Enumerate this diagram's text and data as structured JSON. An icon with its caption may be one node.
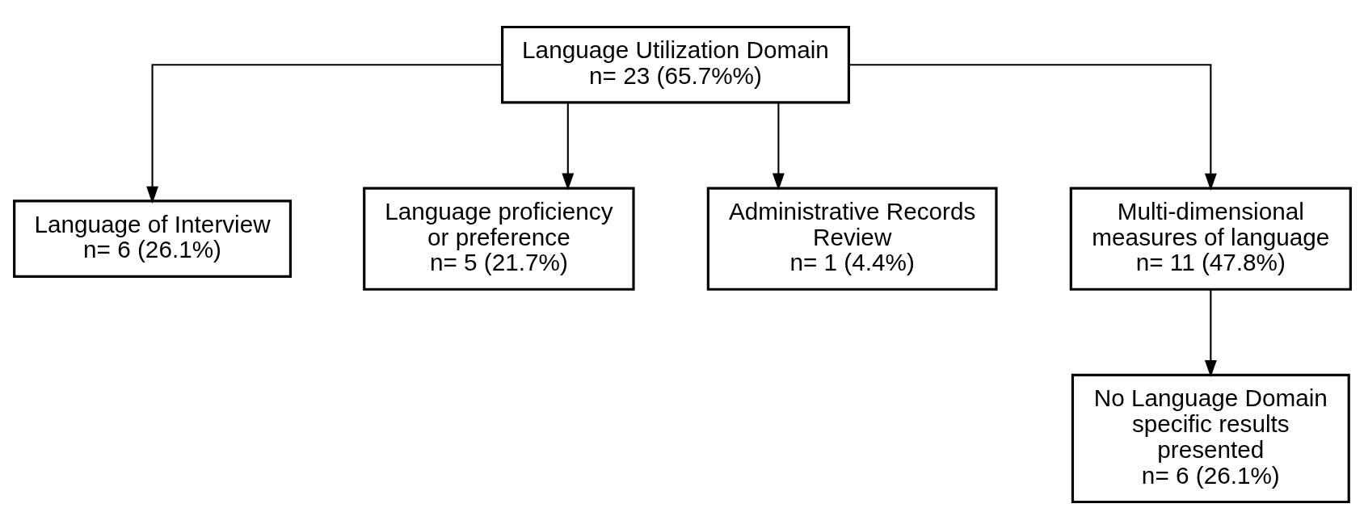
{
  "diagram": {
    "nodes": [
      {
        "text": [
          "Language Utilization Domain",
          "n= 23 (65.7%%)"
        ]
      },
      {
        "text": [
          "Language of Interview",
          "n= 6 (26.1%)"
        ]
      },
      {
        "text": [
          "Language proficiency or preference",
          "n= 5 (21.7%)"
        ]
      },
      {
        "text": [
          "Administrative Records Review",
          "n= 1 (4.4%)"
        ]
      },
      {
        "text": [
          "Multi-dimensional measures of language",
          "n= 11 (47.8%)"
        ]
      },
      {
        "text": [
          "No Language Domain specific results presented",
          "n= 6 (26.1%)"
        ]
      }
    ],
    "edges": [
      {
        "from": 0,
        "to": 1,
        "arrow": "to"
      },
      {
        "from": 0,
        "to": 2,
        "arrow": "to"
      },
      {
        "from": 0,
        "to": 3,
        "arrow": "to"
      },
      {
        "from": 0,
        "to": 4,
        "arrow": "to"
      },
      {
        "from": 4,
        "to": 5,
        "arrow": "to"
      }
    ]
  }
}
